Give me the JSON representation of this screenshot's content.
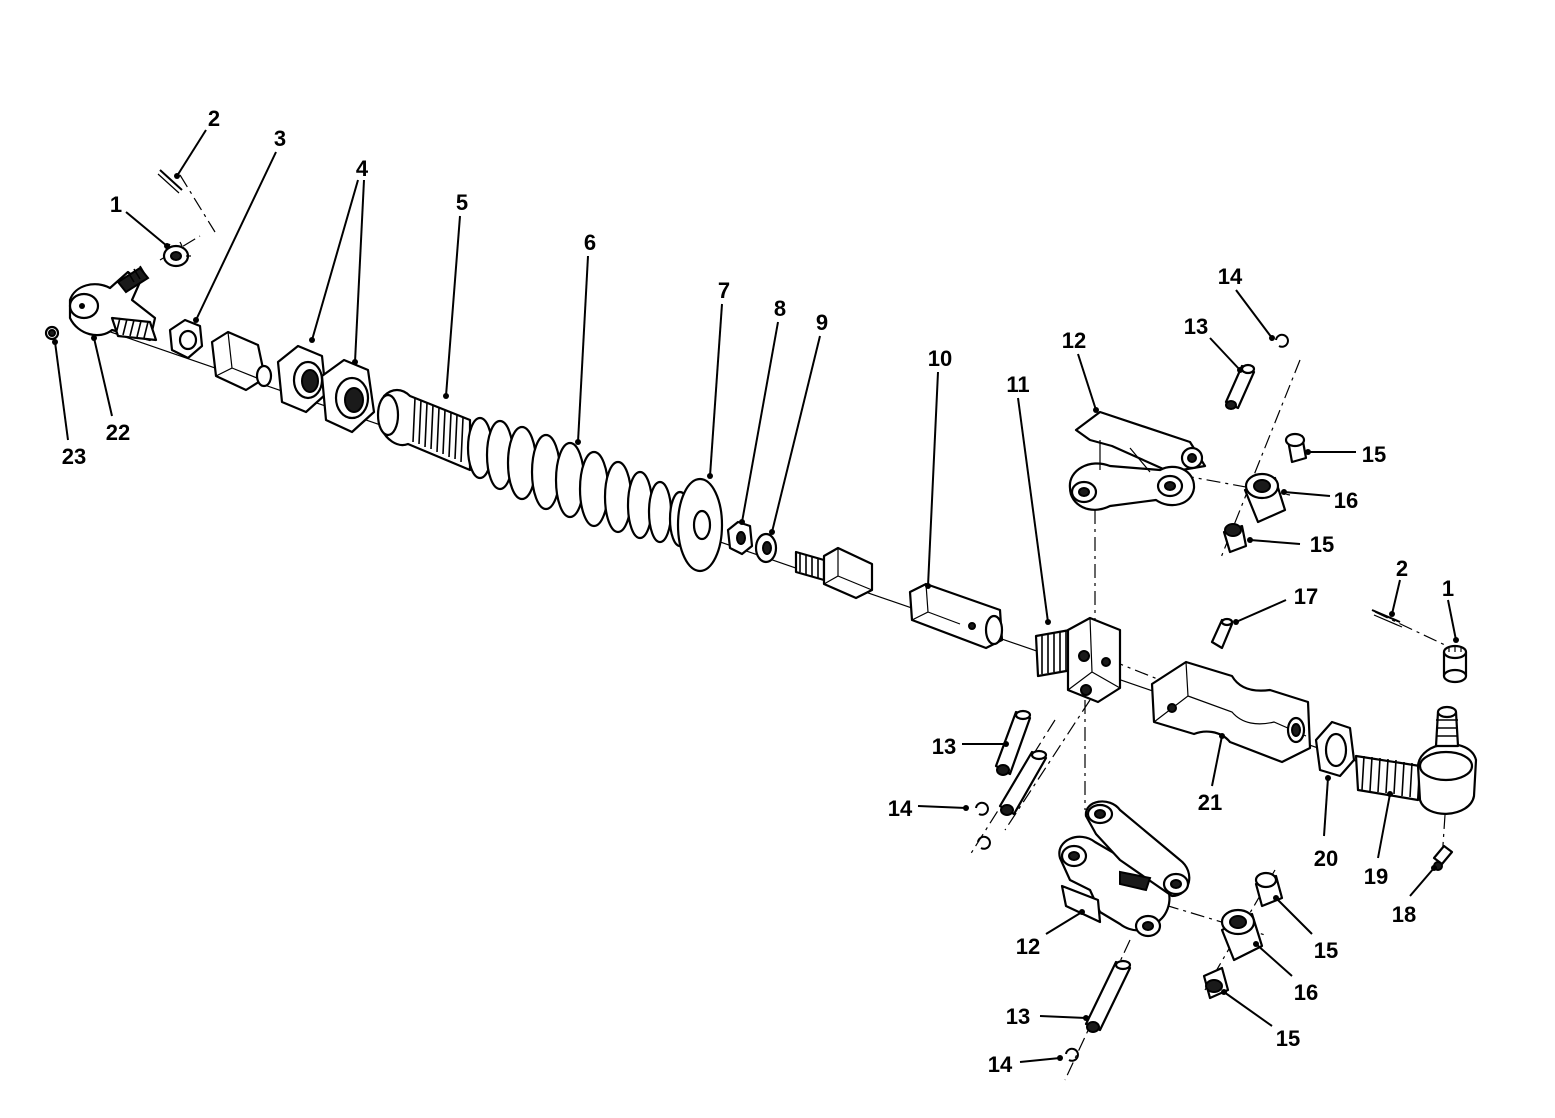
{
  "diagram": {
    "callouts": [
      {
        "id": "c1a",
        "label": "1"
      },
      {
        "id": "c2a",
        "label": "2"
      },
      {
        "id": "c3",
        "label": "3"
      },
      {
        "id": "c4",
        "label": "4"
      },
      {
        "id": "c5",
        "label": "5"
      },
      {
        "id": "c6",
        "label": "6"
      },
      {
        "id": "c7",
        "label": "7"
      },
      {
        "id": "c8",
        "label": "8"
      },
      {
        "id": "c9",
        "label": "9"
      },
      {
        "id": "c10",
        "label": "10"
      },
      {
        "id": "c11",
        "label": "11"
      },
      {
        "id": "c12a",
        "label": "12"
      },
      {
        "id": "c13a",
        "label": "13"
      },
      {
        "id": "c14a",
        "label": "14"
      },
      {
        "id": "c15a",
        "label": "15"
      },
      {
        "id": "c16a",
        "label": "16"
      },
      {
        "id": "c15b",
        "label": "15"
      },
      {
        "id": "c17",
        "label": "17"
      },
      {
        "id": "c2b",
        "label": "2"
      },
      {
        "id": "c1b",
        "label": "1"
      },
      {
        "id": "c13b",
        "label": "13"
      },
      {
        "id": "c14b",
        "label": "14"
      },
      {
        "id": "c21",
        "label": "21"
      },
      {
        "id": "c20",
        "label": "20"
      },
      {
        "id": "c19",
        "label": "19"
      },
      {
        "id": "c18",
        "label": "18"
      },
      {
        "id": "c12b",
        "label": "12"
      },
      {
        "id": "c15c",
        "label": "15"
      },
      {
        "id": "c16b",
        "label": "16"
      },
      {
        "id": "c15d",
        "label": "15"
      },
      {
        "id": "c13c",
        "label": "13"
      },
      {
        "id": "c14c",
        "label": "14"
      },
      {
        "id": "c22",
        "label": "22"
      },
      {
        "id": "c23",
        "label": "23"
      }
    ]
  }
}
